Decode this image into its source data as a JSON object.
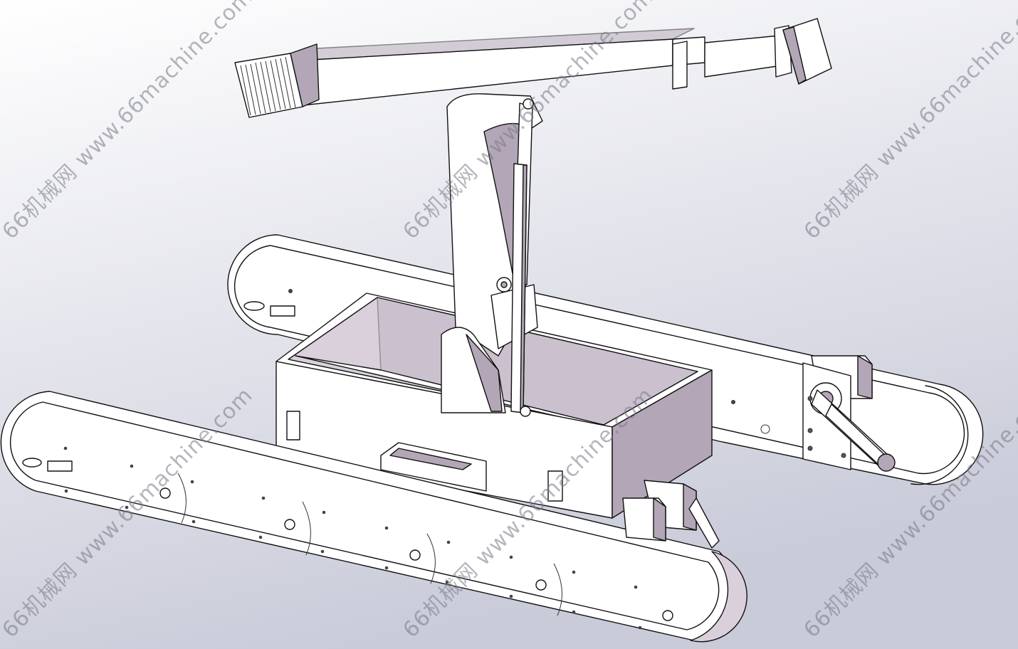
{
  "watermark": {
    "text": "66机械网 www.66machine.com"
  },
  "colors": {
    "background_top": "#ffffff",
    "background_bottom": "#c9cbd9",
    "face_white": "#ffffff",
    "face_shadow": "#b3a6b6",
    "outline": "#111111"
  },
  "parts": [
    "left-track",
    "right-track",
    "chassis-box",
    "column",
    "boom",
    "hydraulic-cylinder",
    "motor",
    "drive-belt"
  ]
}
